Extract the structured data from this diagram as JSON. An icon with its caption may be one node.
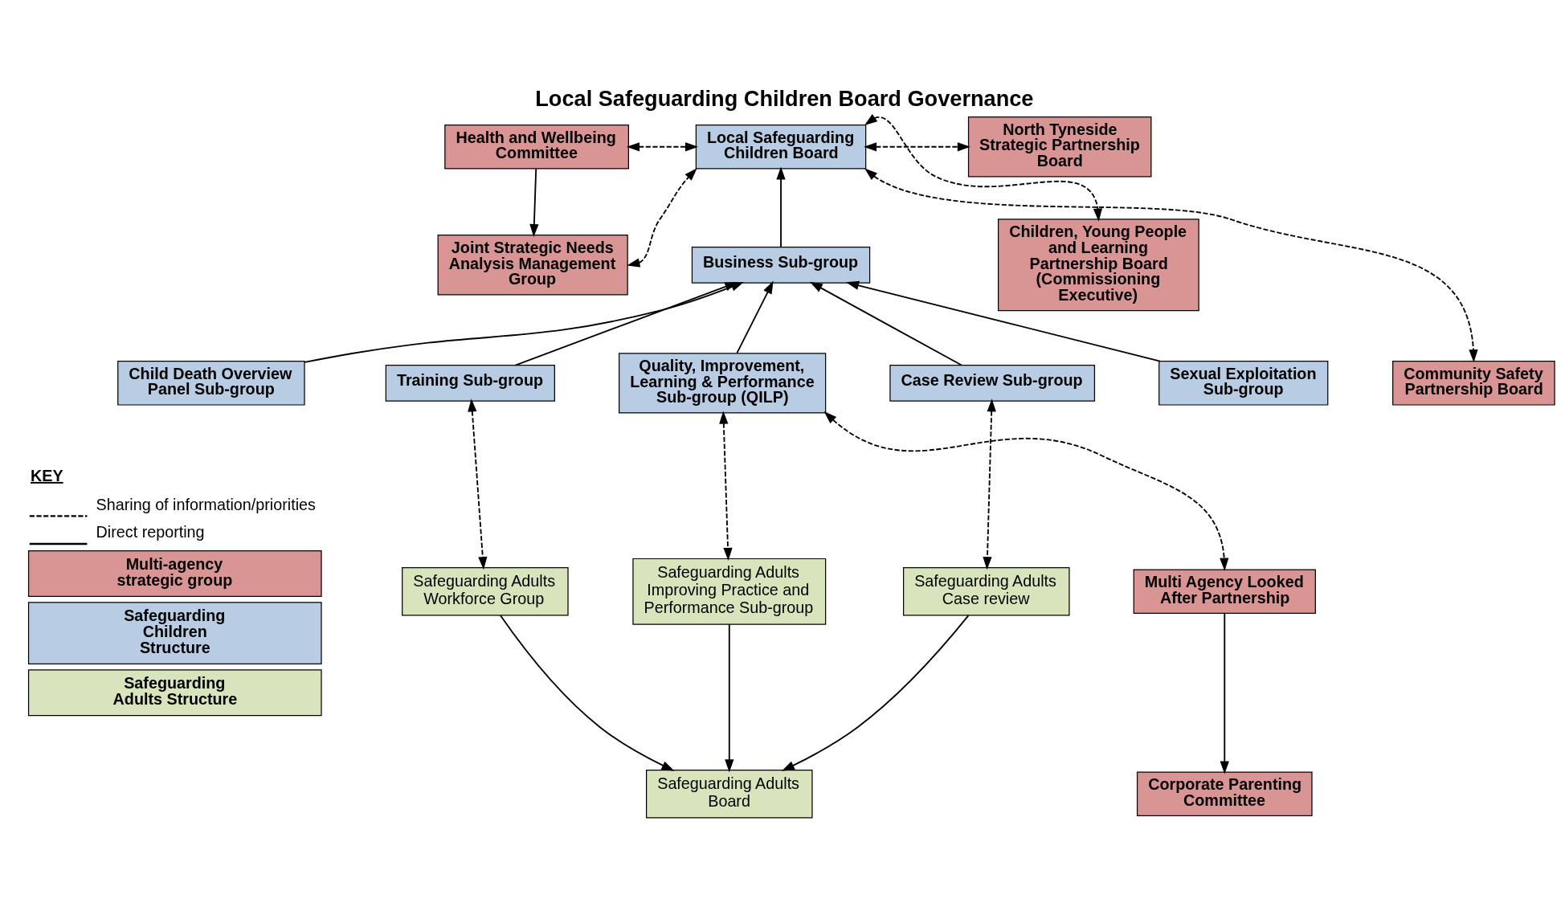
{
  "diagram": {
    "title": "Local Safeguarding Children Board Governance",
    "nodes": [
      {
        "text": [
          "Health and Wellbeing Committee"
        ]
      },
      {
        "text": [
          "Joint Strategic Needs Analysis Management Group"
        ]
      },
      {
        "text": [
          "Local Safeguarding Children Board"
        ]
      },
      {
        "text": [
          "North Tyneside Strategic Partnership Board"
        ]
      },
      {
        "text": [
          "Children, Young People and Learning Partnership Board (Commissioning Executive)"
        ]
      },
      {
        "text": [
          "Community Safety Partnership Board"
        ]
      },
      {
        "text": [
          "Business Sub-group"
        ]
      },
      {
        "text": [
          "Child Death Overview Panel Sub-group"
        ]
      },
      {
        "text": [
          "Training Sub-group"
        ]
      },
      {
        "text": [
          "Quality, Improvement, Learning & Performance Sub-group (QILP)"
        ]
      },
      {
        "text": [
          "Case Review Sub-group"
        ]
      },
      {
        "text": [
          "Sexual Exploitation Sub-group"
        ]
      },
      {
        "text": [
          "Safeguarding Adults Workforce Group"
        ]
      },
      {
        "text": [
          "Safeguarding Adults Improving Practice and Performance Sub-group"
        ]
      },
      {
        "text": [
          "Safeguarding Adults Case review"
        ]
      },
      {
        "text": [
          "Multi Agency Looked After Partnership"
        ]
      },
      {
        "text": [
          "Safeguarding Adults Board"
        ]
      },
      {
        "text": [
          "Corporate Parenting Committee"
        ]
      }
    ],
    "edges": [
      {
        "from": 0,
        "to": 2,
        "arrow": "both",
        "style": "dashed"
      },
      {
        "from": 0,
        "to": 1,
        "arrow": "to"
      },
      {
        "from": 1,
        "to": 2,
        "arrow": "both",
        "style": "dashed"
      },
      {
        "from": 2,
        "to": 3,
        "arrow": "both",
        "style": "dashed"
      },
      {
        "from": 2,
        "to": 4,
        "arrow": "both",
        "style": "dashed"
      },
      {
        "from": 2,
        "to": 5,
        "arrow": "both",
        "style": "dashed"
      },
      {
        "from": 6,
        "to": 2,
        "arrow": "to"
      },
      {
        "from": 7,
        "to": 6,
        "arrow": "to"
      },
      {
        "from": 8,
        "to": 6,
        "arrow": "to"
      },
      {
        "from": 9,
        "to": 6,
        "arrow": "to"
      },
      {
        "from": 10,
        "to": 6,
        "arrow": "to"
      },
      {
        "from": 11,
        "to": 6,
        "arrow": "to"
      },
      {
        "from": 8,
        "to": 12,
        "arrow": "both",
        "style": "dashed"
      },
      {
        "from": 9,
        "to": 13,
        "arrow": "both",
        "style": "dashed"
      },
      {
        "from": 10,
        "to": 14,
        "arrow": "both",
        "style": "dashed"
      },
      {
        "from": 9,
        "to": 15,
        "arrow": "both",
        "style": "dashed"
      },
      {
        "from": 12,
        "to": 16,
        "arrow": "to"
      },
      {
        "from": 13,
        "to": 16,
        "arrow": "to"
      },
      {
        "from": 14,
        "to": 16,
        "arrow": "to"
      },
      {
        "from": 15,
        "to": 17,
        "arrow": "to"
      }
    ],
    "labels": [
      "KEY"
    ],
    "legend": [
      {
        "text": "Sharing of information/priorities"
      },
      {
        "text": "Direct reporting"
      },
      {
        "text": "Multi-agency strategic group",
        "color": "#d99594"
      },
      {
        "text": "Safeguarding Children Structure",
        "color": "#b8cce4"
      },
      {
        "text": "Safeguarding Adults Structure",
        "color": "#d7e4bc"
      }
    ]
  }
}
